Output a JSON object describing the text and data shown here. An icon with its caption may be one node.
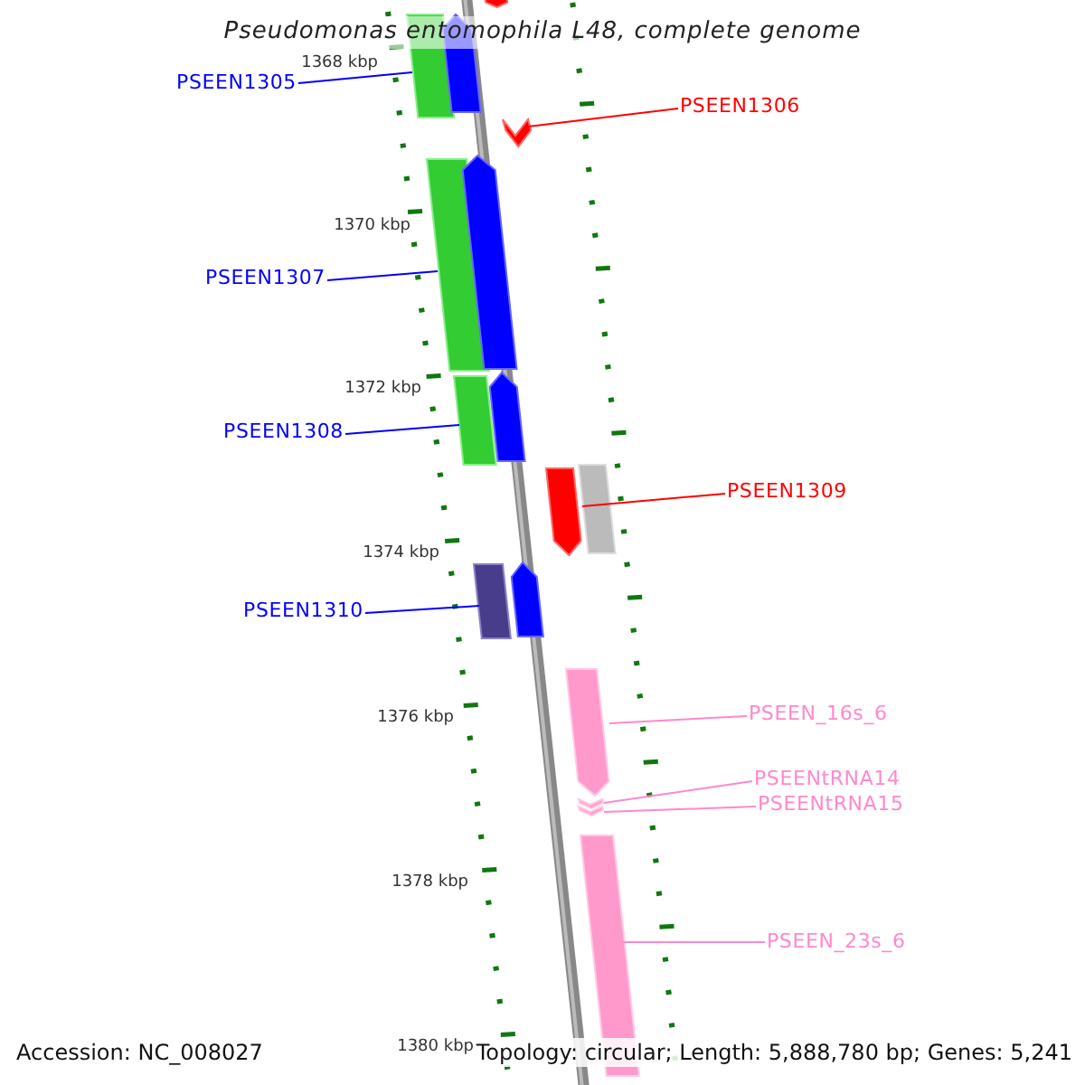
{
  "diagram": {
    "title": "Pseudomonas entomophila L48, complete genome",
    "nodes": [
      {
        "text": [
          "PSEEN1305"
        ]
      },
      {
        "text": [
          "PSEEN1306"
        ]
      },
      {
        "text": [
          "PSEEN1307"
        ]
      },
      {
        "text": [
          "PSEEN1308"
        ]
      },
      {
        "text": [
          "PSEEN1309"
        ]
      },
      {
        "text": [
          "PSEEN1310"
        ]
      },
      {
        "text": [
          "PSEEN_16s_6"
        ]
      },
      {
        "text": [
          "PSEENtRNA14"
        ]
      },
      {
        "text": [
          "PSEENtRNA15"
        ]
      },
      {
        "text": [
          "PSEEN_23s_6"
        ]
      },
      {
        "text": [],
        "shape": "bar"
      },
      {
        "text": [],
        "shape": "arrow"
      },
      {
        "text": [],
        "shape": "bar"
      },
      {
        "text": [],
        "shape": "bar"
      },
      {
        "text": [],
        "shape": "bar"
      },
      {
        "text": [],
        "shape": "bar"
      },
      {
        "text": [],
        "shape": "bar"
      },
      {
        "text": [],
        "shape": "arrow"
      },
      {
        "text": [],
        "shape": "arrow"
      },
      {
        "text": [],
        "shape": "bar"
      },
      {
        "text": [],
        "shape": "bar"
      },
      {
        "text": [],
        "shape": "bar"
      },
      {
        "text": [],
        "shape": "bar"
      },
      {
        "text": [],
        "shape": "bar"
      },
      {
        "text": [],
        "shape": "bar"
      },
      {
        "text": [],
        "shape": "bar"
      }
    ],
    "edges": [
      {
        "from": 0,
        "to": 10,
        "arrow": "none",
        "color": "#0000ff"
      },
      {
        "from": 1,
        "to": 11,
        "arrow": "none",
        "color": "#ff0000"
      },
      {
        "from": 2,
        "to": 12,
        "arrow": "none",
        "color": "#0000ff"
      },
      {
        "from": 3,
        "to": 13,
        "arrow": "none",
        "color": "#0000ff"
      },
      {
        "from": 4,
        "to": 14,
        "arrow": "none",
        "color": "#ff0000"
      },
      {
        "from": 5,
        "to": 15,
        "arrow": "none",
        "color": "#0000ff"
      },
      {
        "from": 6,
        "to": 16,
        "arrow": "none",
        "color": "#ff88cc"
      },
      {
        "from": 7,
        "to": 17,
        "arrow": "none",
        "color": "#ff88cc"
      },
      {
        "from": 8,
        "to": 18,
        "arrow": "none",
        "color": "#ff88cc"
      },
      {
        "from": 9,
        "to": 19,
        "arrow": "none",
        "color": "#ff88cc"
      }
    ],
    "labels": [
      "1368 kbp",
      "1370 kbp",
      "1372 kbp",
      "1374 kbp",
      "1376 kbp",
      "1378 kbp",
      "1380 kbp",
      "Accession: NC_008027",
      "Topology: circular; Length: 5,888,780 bp; Genes: 5,241"
    ]
  }
}
